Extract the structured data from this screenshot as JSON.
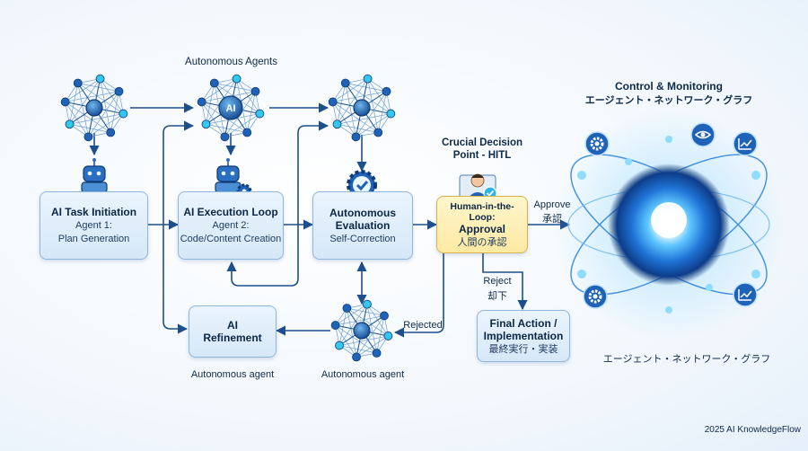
{
  "labels": {
    "autonomous_agents": "Autonomous Agents",
    "crucial_line1": "Crucial Decision",
    "crucial_line2": "Point - HITL",
    "control_line1": "Control & Monitoring",
    "control_line2": "エージェント・ネットワーク・グラフ",
    "network_caption": "エージェント・ネットワーク・グラフ",
    "approve_en": "Approve",
    "approve_jp": "承認",
    "reject_en": "Reject",
    "reject_jp": "却下",
    "rejected": "Rejected",
    "agent_left": "Autonomous agent",
    "agent_right": "Autonomous agent",
    "ai_badge": "AI",
    "footer": "2025 AI KnowledgeFlow"
  },
  "boxes": {
    "task": {
      "title": "AI Task Initiation",
      "sub1": "Agent 1:",
      "sub2": "Plan Generation"
    },
    "exec": {
      "title": "AI Execution Loop",
      "sub1": "Agent 2:",
      "sub2": "Code/Content Creation"
    },
    "eval": {
      "title1": "Autonomous",
      "title2": "Evaluation",
      "sub1": "Self-Correction"
    },
    "hitl": {
      "title1": "Human-in-the-Loop:",
      "title2": "Approval",
      "sub1": "人間の承認"
    },
    "refine": {
      "title1": "AI",
      "title2": "Refinement"
    },
    "final": {
      "title1": "Final Action /",
      "title2": "Implementation",
      "sub1": "最終実行・実装"
    }
  },
  "colors": {
    "primary": "#1f63b8",
    "node_light": "#5fb0ea",
    "accent_cyan": "#33c6f0",
    "box_fill": "#dcebf9",
    "hitl_fill": "#fdeeb1",
    "line": "#1d4f8c"
  },
  "icons": [
    "network-node-icon",
    "robot-icon",
    "gear-icon",
    "check-badge-icon",
    "person-icon",
    "eye-icon",
    "chart-icon"
  ]
}
